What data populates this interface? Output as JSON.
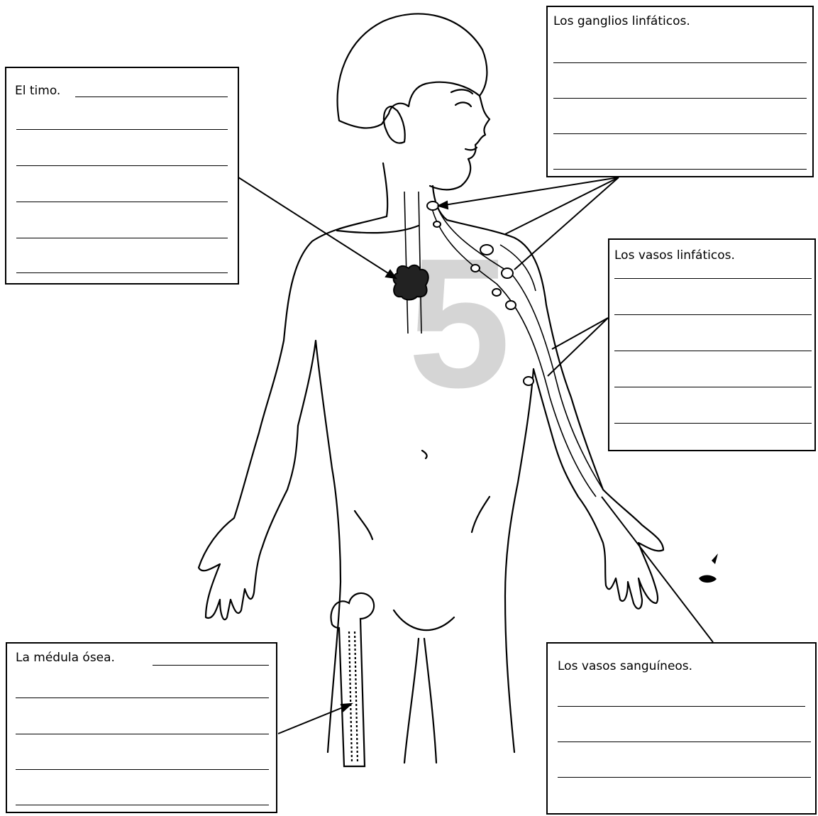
{
  "boxes": {
    "thymus": {
      "label": "El timo."
    },
    "lymph_nodes": {
      "label": "Los ganglios linfáticos."
    },
    "lymph_vessels": {
      "label": "Los vasos linfáticos."
    },
    "bone_marrow": {
      "label": "La médula ósea."
    },
    "blood_vessels": {
      "label": "Los vasos sanguíneos."
    }
  },
  "watermark": {
    "text": "5",
    "color": "#bdbdbd"
  },
  "colors": {
    "line": "#000000",
    "paper": "#ffffff"
  }
}
